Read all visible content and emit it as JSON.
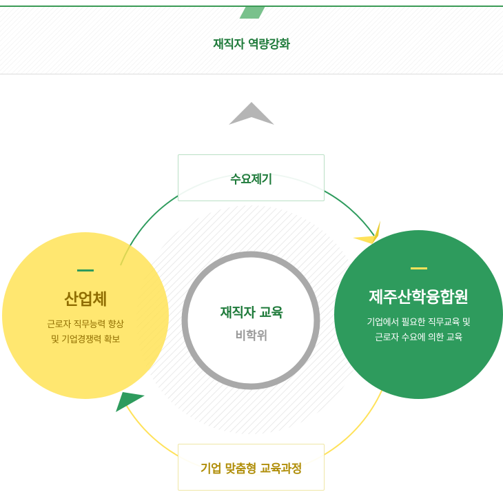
{
  "banner": {
    "title": "재직자 역량강화"
  },
  "labels": {
    "top": "수요제기",
    "bottom": "기업 맞춤형 교육과정"
  },
  "left_node": {
    "title": "산업체",
    "desc_line1": "근로자 직무능력 향상",
    "desc_line2": "및 기업경쟁력 확보"
  },
  "right_node": {
    "title": "제주산학융합원",
    "desc_line1": "기업에서 필요한 직무교육 및",
    "desc_line2": "근로자 수요에 의한 교육"
  },
  "center": {
    "title": "재직자 교육",
    "subtitle": "비학위"
  },
  "colors": {
    "green": "#2e9b5d",
    "dark_green": "#1e7a3a",
    "yellow": "#ffe25a",
    "ring_gray": "#a9a9a9",
    "arrow_gray": "#b5b5b5"
  }
}
